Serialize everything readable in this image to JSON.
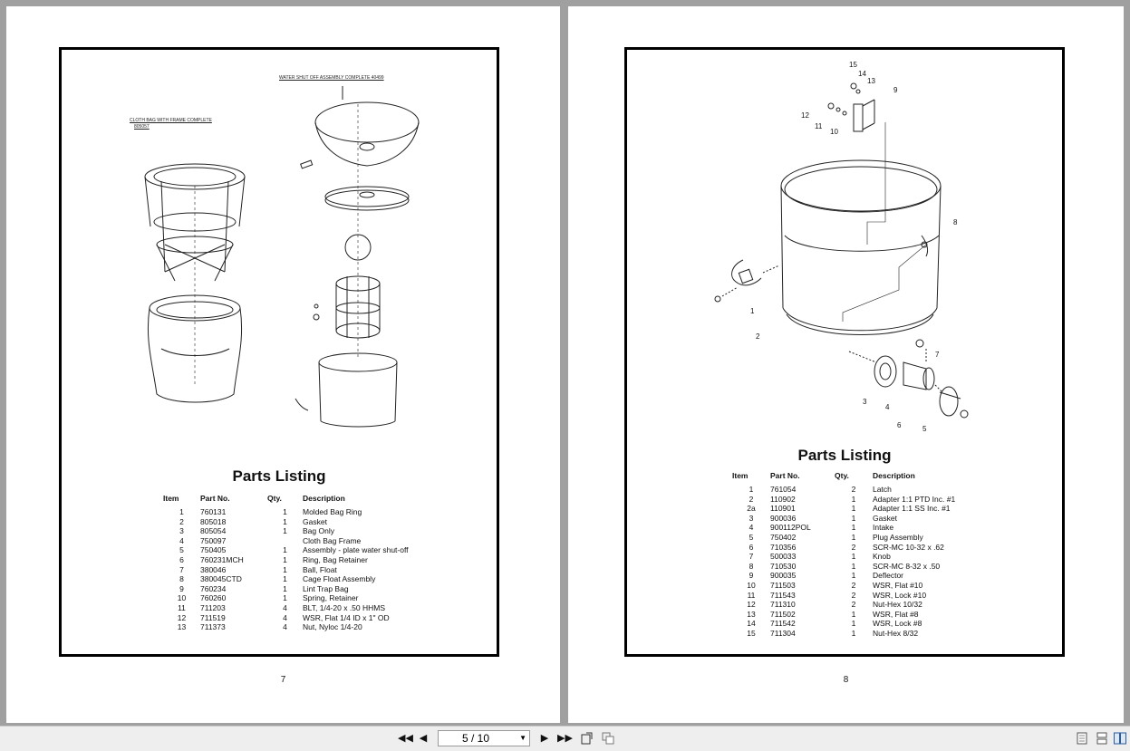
{
  "left_page": {
    "diagram_labels": {
      "water_shutoff": "WATER SHUT OFF ASSEMBLY COMPLETE    40499",
      "cloth_bag": "CLOTH BAG WITH FRAME COMPLETE",
      "cloth_bag_part": "805057"
    },
    "title": "Parts Listing",
    "headers": [
      "Item",
      "Part No.",
      "Qty.",
      "Description"
    ],
    "rows": [
      [
        "1",
        "760131",
        "1",
        "Molded Bag Ring"
      ],
      [
        "2",
        "805018",
        "1",
        "Gasket"
      ],
      [
        "3",
        "805054",
        "1",
        "Bag Only"
      ],
      [
        "4",
        "750097",
        "",
        "Cloth Bag Frame"
      ],
      [
        "5",
        "750405",
        "1",
        "Assembly - plate water shut-off"
      ],
      [
        "6",
        "760231MCH",
        "1",
        "Ring, Bag Retainer"
      ],
      [
        "7",
        "380046",
        "1",
        "Ball, Float"
      ],
      [
        "8",
        "380045CTD",
        "1",
        "Cage Float Assembly"
      ],
      [
        "9",
        "760234",
        "1",
        "Lint Trap Bag"
      ],
      [
        "10",
        "760260",
        "1",
        "Spring, Retainer"
      ],
      [
        "11",
        "711203",
        "4",
        "BLT, 1/4-20 x .50 HHMS"
      ],
      [
        "12",
        "711519",
        "4",
        "WSR, Flat 1/4 ID x 1\" OD"
      ],
      [
        "13",
        "711373",
        "4",
        "Nut, Nyloc 1/4-20"
      ]
    ],
    "page_number": "7"
  },
  "right_page": {
    "callouts": [
      "15",
      "14",
      "13",
      "9",
      "12",
      "11",
      "10",
      "8",
      "1",
      "2",
      "7",
      "3",
      "4",
      "6",
      "5"
    ],
    "title": "Parts Listing",
    "headers": [
      "Item",
      "Part No.",
      "Qty.",
      "Description"
    ],
    "rows": [
      [
        "1",
        "761054",
        "2",
        "Latch"
      ],
      [
        "2",
        "110902",
        "1",
        "Adapter 1:1 PTD Inc. #1"
      ],
      [
        "2a",
        "110901",
        "1",
        "Adapter 1:1 SS Inc. #1"
      ],
      [
        "3",
        "900036",
        "1",
        "Gasket"
      ],
      [
        "4",
        "900112POL",
        "1",
        "Intake"
      ],
      [
        "5",
        "750402",
        "1",
        "Plug Assembly"
      ],
      [
        "6",
        "710356",
        "2",
        "SCR-MC 10-32 x .62"
      ],
      [
        "7",
        "500033",
        "1",
        "Knob"
      ],
      [
        "8",
        "710530",
        "1",
        "SCR-MC 8-32 x .50"
      ],
      [
        "9",
        "900035",
        "1",
        "Deflector"
      ],
      [
        "10",
        "711503",
        "2",
        "WSR, Flat #10"
      ],
      [
        "11",
        "711543",
        "2",
        "WSR, Lock #10"
      ],
      [
        "12",
        "711310",
        "2",
        "Nut-Hex 10/32"
      ],
      [
        "13",
        "711502",
        "1",
        "WSR, Flat #8"
      ],
      [
        "14",
        "711542",
        "1",
        "WSR, Lock #8"
      ],
      [
        "15",
        "711304",
        "1",
        "Nut-Hex 8/32"
      ]
    ],
    "page_number": "8"
  },
  "toolbar": {
    "page_indicator": "5 / 10",
    "icons": [
      "first-page-icon",
      "prev-page-icon",
      "next-page-icon",
      "last-page-icon",
      "rotate-icon",
      "thumbnails-icon",
      "single-page-view-icon",
      "continuous-view-icon",
      "two-page-view-icon"
    ]
  }
}
